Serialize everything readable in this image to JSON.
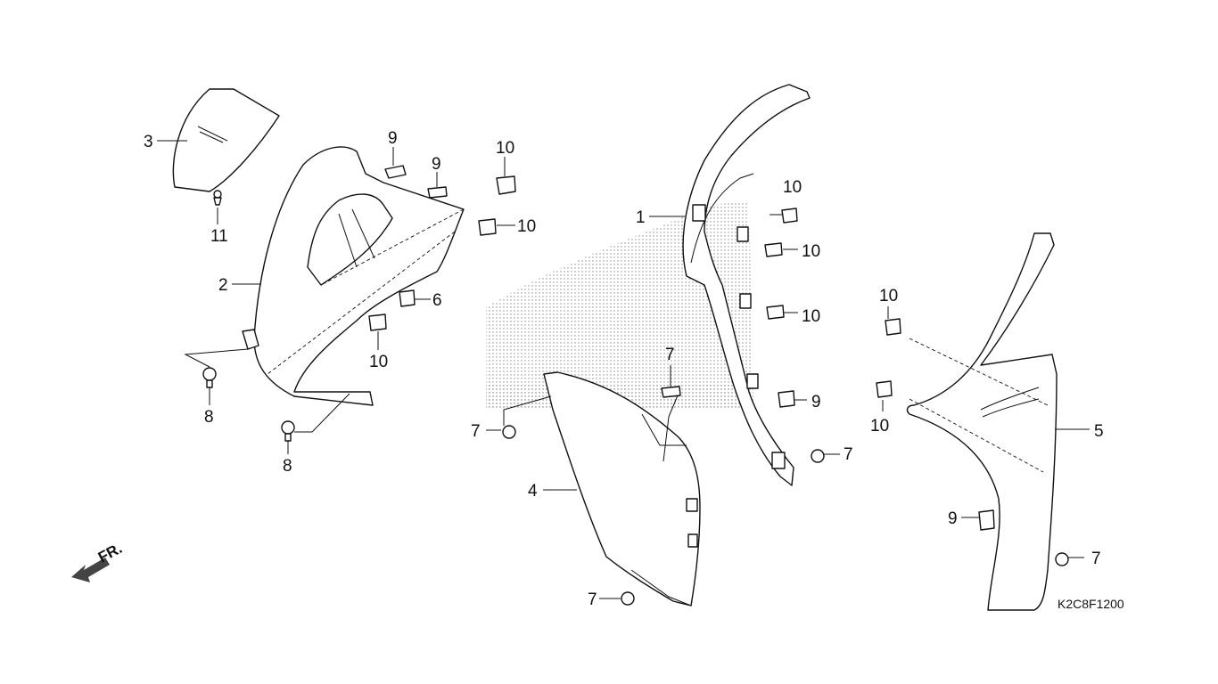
{
  "diagram": {
    "callouts": {
      "c1": "1",
      "c2": "2",
      "c3": "3",
      "c4": "4",
      "c5": "5",
      "c6": "6",
      "c7a": "7",
      "c7b": "7",
      "c7c": "7",
      "c7d": "7",
      "c7e": "7",
      "c8a": "8",
      "c8b": "8",
      "c9a": "9",
      "c9b": "9",
      "c9c": "9",
      "c9d": "9",
      "c10a": "10",
      "c10b": "10",
      "c10c": "10",
      "c10d": "10",
      "c10e": "10",
      "c10f": "10",
      "c10g": "10",
      "c10h": "10",
      "c11": "11"
    },
    "front_label": "FR.",
    "figure_code": "K2C8F1200"
  }
}
